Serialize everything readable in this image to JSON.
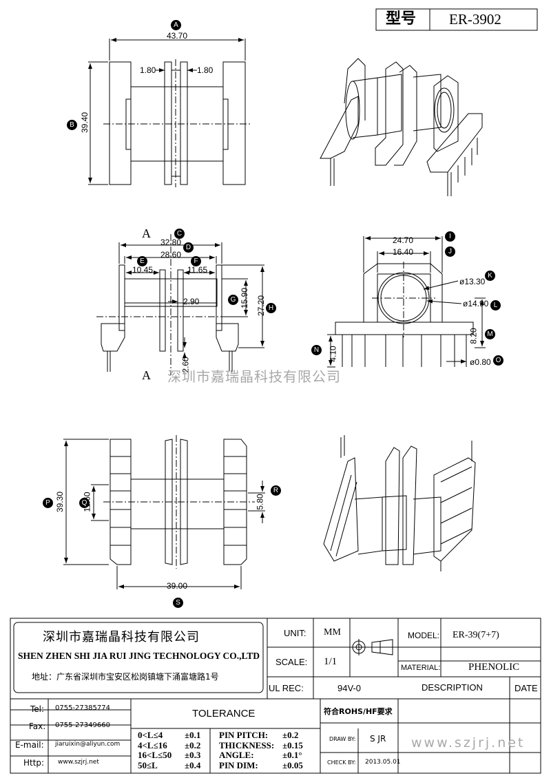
{
  "title_box": {
    "label": "型号",
    "model": "ER-3902"
  },
  "dimensions": {
    "top_width": "43.70",
    "top_a": "1.80",
    "top_b": "1.80",
    "height_b": "39.40",
    "mid_c": "32.80",
    "mid_d": "28.60",
    "mid_e": "10.45",
    "mid_f": "11.65",
    "mid_gap": "2.90",
    "mid_g": "15.90",
    "mid_h": "27.20",
    "mid_bottom": "2.60",
    "side_i": "24.70",
    "side_j": "16.40",
    "side_k": "ø13.30",
    "side_l": "ø14.90",
    "side_m": "8.20",
    "side_n": "4.10",
    "side_o": "ø0.80",
    "bot_p": "39.30",
    "bot_q": "11.60",
    "bot_r": "5.80",
    "bot_s": "39.00"
  },
  "callouts": {
    "a": "A",
    "b": "B",
    "c": "C",
    "d": "D",
    "e": "E",
    "f": "F",
    "g": "G",
    "h": "H",
    "i": "I",
    "j": "J",
    "k": "K",
    "l": "L",
    "m": "M",
    "n": "N",
    "o": "O",
    "p": "P",
    "q": "Q",
    "r": "R",
    "s": "S"
  },
  "section_mark": "A",
  "watermark_center": "深圳市嘉瑞晶科技有限公司",
  "watermark_url": "www.szjrj.net",
  "company": {
    "name_cn": "深圳市嘉瑞晶科技有限公司",
    "name_en": "SHEN ZHEN SHI   JIA RUI JING   TECHNOLOGY CO.,LTD",
    "address": "地址：广东省深圳市宝安区松岗镇塘下涌富塘路1号"
  },
  "contacts": [
    {
      "label": "Tel:",
      "value": "0755-27385774"
    },
    {
      "label": "Fax:",
      "value": "0755-27349660"
    },
    {
      "label": "E-mail:",
      "value": "jiaruixin@aliyun.com"
    },
    {
      "label": "Http:",
      "value": "www.szjrj.net"
    }
  ],
  "specs": {
    "unit_label": "UNIT:",
    "unit_value": "MM",
    "scale_label": "SCALE:",
    "scale_value": "1/1",
    "ul_label": "UL REC:",
    "ul_value": "94V-0",
    "model_label": "MODEL:",
    "model_value": "ER-39(7+7)",
    "material_label": "MATERIAL:",
    "material_value": "PHENOLIC",
    "description_label": "DESCRIPTION",
    "date_label": "DATE",
    "rohs": "符合ROHS/HF要求",
    "draw_label": "DRAW BY:",
    "draw_value": "S JR",
    "check_label": "CHECK BY:",
    "check_value": "2013.05.01"
  },
  "tolerance": {
    "title": "TOLERANCE",
    "rows": [
      {
        "range": "0<L≤4",
        "tol": "±0.1",
        "item": "PIN PITCH:",
        "val": "±0.2"
      },
      {
        "range": "4<L≤16",
        "tol": "±0.2",
        "item": "THICKNESS:",
        "val": "±0.15"
      },
      {
        "range": "16<L≤50",
        "tol": "±0.3",
        "item": "ANGLE:",
        "val": "±0.1°"
      },
      {
        "range": "50≤L",
        "tol": "±0.4",
        "item": "PIN DIM:",
        "val": "±0.05"
      }
    ]
  }
}
